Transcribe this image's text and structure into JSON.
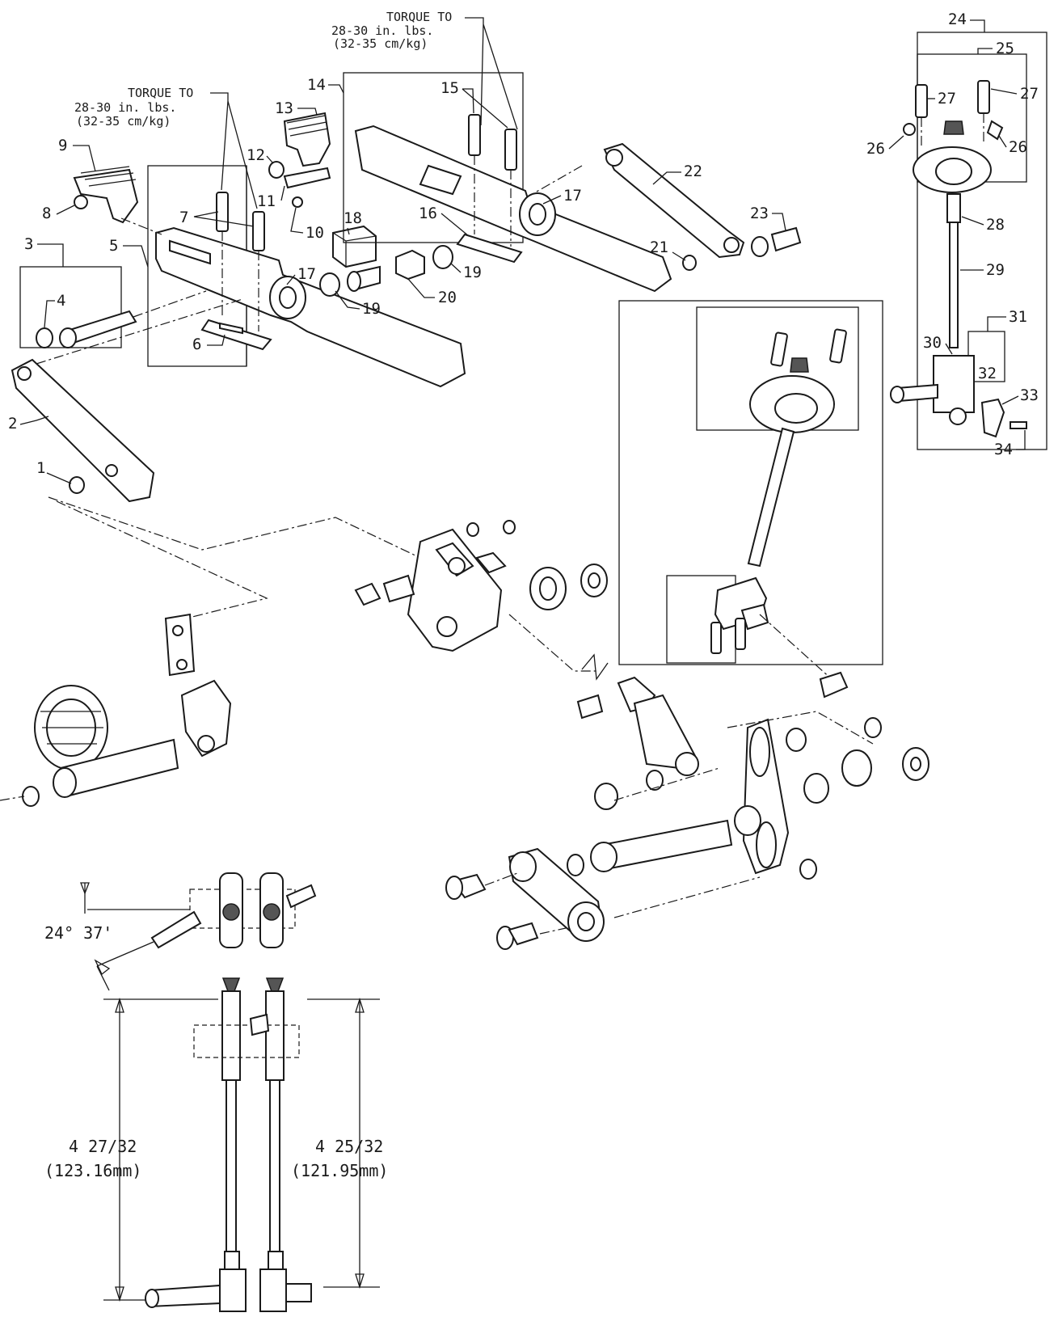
{
  "torque_notes": [
    {
      "line1": "TORQUE TO",
      "line2": "28-30 in. lbs.",
      "line3": "(32-35 cm/kg)"
    },
    {
      "line1": "TORQUE TO",
      "line2": "28-30 in. lbs.",
      "line3": "(32-35 cm/kg)"
    }
  ],
  "callouts": [
    "1",
    "2",
    "3",
    "4",
    "5",
    "6",
    "7",
    "8",
    "9",
    "10",
    "11",
    "12",
    "13",
    "14",
    "15",
    "16",
    "17",
    "17",
    "18",
    "19",
    "19",
    "20",
    "21",
    "22",
    "23",
    "24",
    "25",
    "26",
    "26",
    "27",
    "27",
    "28",
    "29",
    "30",
    "31",
    "32",
    "33",
    "34"
  ],
  "angle_label": "24° 37'",
  "dimensions": [
    {
      "fraction": "4 27/32",
      "metric": "(123.16mm)"
    },
    {
      "fraction": "4 25/32",
      "metric": "(121.95mm)"
    }
  ]
}
